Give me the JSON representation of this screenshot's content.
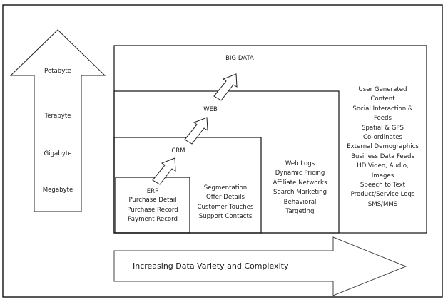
{
  "diagram": {
    "data_size_arrow": {
      "icon": "up-arrow",
      "levels": [
        "Petabyte",
        "Terabyte",
        "Gigabyte",
        "Megabyte"
      ]
    },
    "tiers": {
      "big_data": {
        "title": "BIG DATA",
        "items": [
          "User Generated",
          "Content",
          "Social Interaction &",
          "Feeds",
          "Spatial & GPS",
          "Co-ordinates",
          "External Demographics",
          "Business Data Feeds",
          "HD Video, Audio,",
          "Images",
          "Speech to Text",
          "Product/Service Logs",
          "SMS/MMS"
        ]
      },
      "web": {
        "title": "WEB",
        "items": [
          "Web Logs",
          "Dynamic Pricing",
          "Affiliate Networks",
          "Search Marketing",
          "Behavioral",
          "Targeting"
        ]
      },
      "crm": {
        "title": "CRM",
        "items": [
          "Segmentation",
          "Offer Details",
          "Customer Touches",
          "Support Contacts"
        ]
      },
      "erp": {
        "title": "ERP",
        "items": [
          "Purchase Detail",
          "Purchase Record",
          "Payment Record"
        ]
      }
    },
    "growth_arrows_icon": "diagonal-up-right-arrow",
    "variety_arrow": {
      "icon": "right-arrow",
      "label": "Increasing Data Variety and Complexity"
    }
  }
}
